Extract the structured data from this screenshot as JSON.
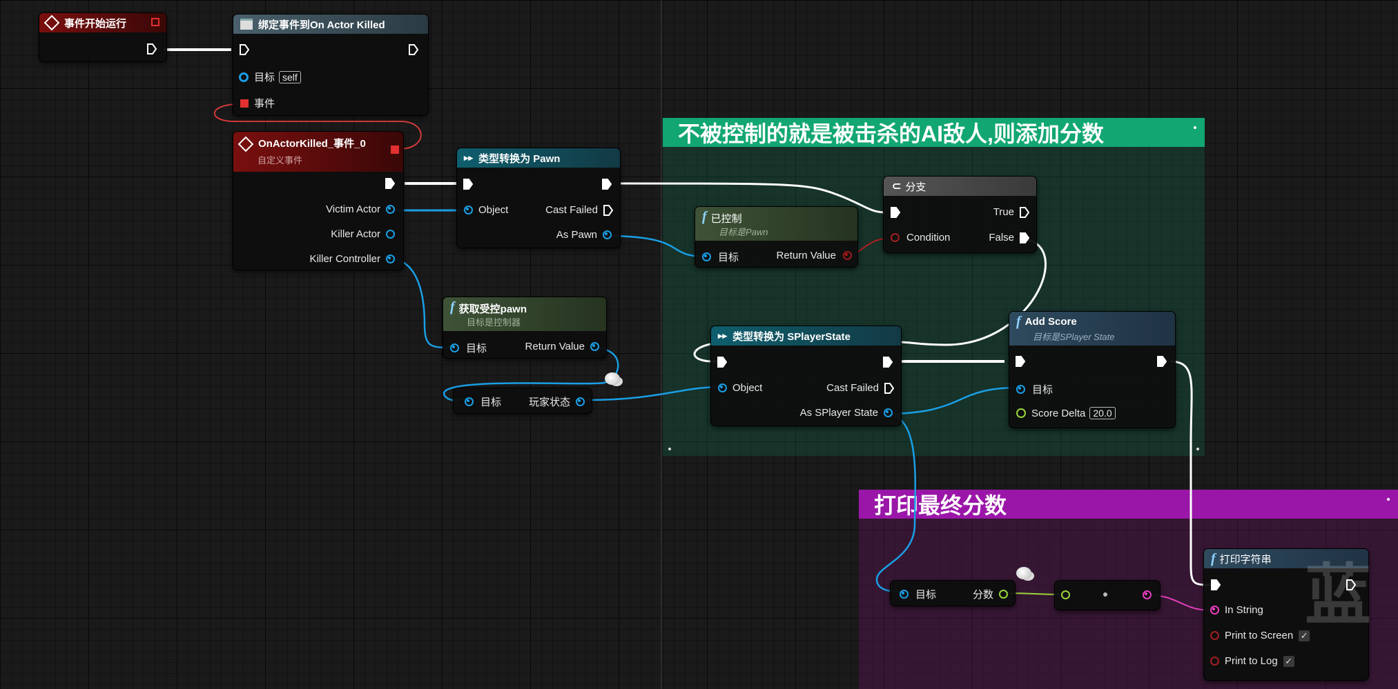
{
  "comments": {
    "green_title": "不被控制的就是被击杀的AI敌人,则添加分数",
    "purple_title": "打印最终分数"
  },
  "watermark": "蓝",
  "nodes": {
    "begin_play": {
      "title": "事件开始运行"
    },
    "bind_event": {
      "title": "绑定事件到On Actor Killed",
      "target_label": "目标",
      "target_value": "self",
      "event_label": "事件"
    },
    "on_actor_killed": {
      "title": "OnActorKilled_事件_0",
      "subtitle": "自定义事件",
      "victim": "Victim Actor",
      "killer": "Killer Actor",
      "killer_controller": "Killer Controller"
    },
    "cast_pawn": {
      "title": "类型转换为 Pawn",
      "object": "Object",
      "cast_failed": "Cast Failed",
      "as_pawn": "As Pawn"
    },
    "is_controlled": {
      "title": "已控制",
      "subtitle": "目标是Pawn",
      "target": "目标",
      "return_value": "Return Value"
    },
    "branch": {
      "title": "分支",
      "true": "True",
      "false": "False",
      "condition": "Condition"
    },
    "get_controlled_pawn": {
      "title": "获取受控pawn",
      "subtitle": "目标是控制器",
      "target": "目标",
      "return_value": "Return Value"
    },
    "player_state": {
      "target": "目标",
      "output": "玩家状态"
    },
    "cast_splayerstate": {
      "title": "类型转换为 SPlayerState",
      "object": "Object",
      "cast_failed": "Cast Failed",
      "as_state": "As SPlayer State"
    },
    "add_score": {
      "title": "Add Score",
      "subtitle": "目标是SPlayer State",
      "target": "目标",
      "score_delta": "Score Delta",
      "score_value": "20.0"
    },
    "get_score": {
      "target": "目标",
      "output": "分数"
    },
    "print_string": {
      "title": "打印字符串",
      "in_string": "In String",
      "print_to_screen": "Print to Screen",
      "print_to_log": "Print to Log"
    }
  },
  "colors": {
    "exec_wire": "#ffffff",
    "object_wire": "#1a9fe6",
    "bool_wire": "#a32020",
    "float_wire": "#9ad63a",
    "string_wire": "#e83fc0",
    "green_comment": "#12a772",
    "purple_comment": "#9a16a8"
  }
}
